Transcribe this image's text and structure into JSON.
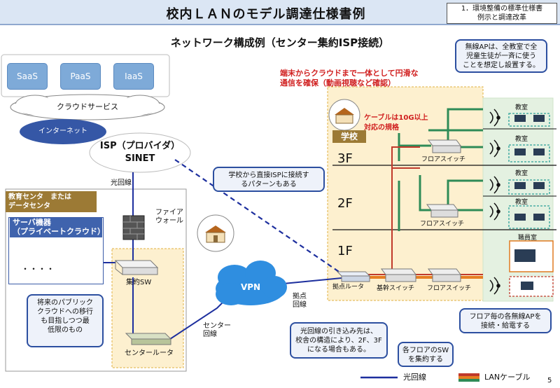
{
  "header": {
    "title": "校内ＬＡＮのモデル調達仕様書例",
    "ref_line1": "1．環境整備の標準仕様書",
    "ref_line2": "例示と調達改革"
  },
  "subtitle": "ネットワーク構成例（センター集約ISP接続）",
  "cloud": {
    "services": [
      "SaaS",
      "PaaS",
      "IaaS"
    ],
    "label": "クラウドサービス",
    "internet": "インターネット"
  },
  "isp": {
    "line1": "ISP（プロバイダ）",
    "line2": "SINET"
  },
  "labels": {
    "fiber_line": "光回線",
    "firewall_1": "ファイア",
    "firewall_2": "ウォール",
    "core_sw": "集約SW",
    "center_router": "センタールータ",
    "vpn": "VPN",
    "base_line_1": "拠点",
    "base_line_2": "回線",
    "center_line_1": "センター",
    "center_line_2": "回線",
    "base_router": "拠点ルータ",
    "backbone_switch": "基幹スイッチ",
    "floor_switch": "フロアスイッチ",
    "school": "学校",
    "floors": [
      "3F",
      "2F",
      "1F"
    ],
    "classroom": "教室",
    "staff_room": "職員室",
    "page_number": "5"
  },
  "data_center": {
    "heading1": "教育センタ　または",
    "heading2": "データセンタ",
    "server_title1": "サーバ機器",
    "server_title2": "（プライベートクラウド）",
    "ellipsis": "・・・・"
  },
  "annotations": {
    "red_line1": "端末からクラウドまで一体として円滑な",
    "red_line2": "通信を確保（動画視聴など確認）",
    "cable_line1": "ケーブルは10G以上",
    "cable_line2": "対応の規格"
  },
  "callouts": {
    "wireless_ap": [
      "無線APは、全教室で全",
      "児童生徒が一斉に使う",
      "ことを想定し設置する。"
    ],
    "direct_isp": [
      "学校から直接ISPに接続す",
      "るパターンもある"
    ],
    "public_cloud": [
      "将来のパブリック",
      "クラウドへの移行",
      "も目指しつつ最",
      "低限のもの"
    ],
    "fiber_entry": [
      "光回線の引き込み先は、",
      "校舎の構造により、2F、3F",
      "になる場合もある。"
    ],
    "aggregate_sw": [
      "各フロアのSW",
      "を集約する"
    ],
    "floor_ap": [
      "フロア毎の各無線APを",
      "接続・給電する"
    ]
  },
  "legend": {
    "fiber": "光回線",
    "lan": "LANケーブル"
  },
  "colors": {
    "fiber": "#1d2f9e",
    "lan_red": "#c0392b",
    "lan_orange": "#e67e22",
    "lan_green": "#2e8b57",
    "school_bg": "#fdf0cf",
    "callout_border": "#2c4fa0"
  }
}
